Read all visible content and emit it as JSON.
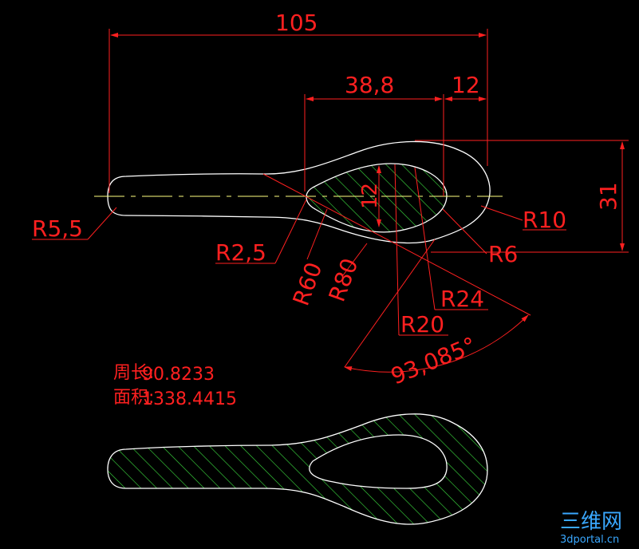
{
  "drawing": {
    "colors": {
      "background": "#000000",
      "outline": "#ffffff",
      "dimension": "#ff2020",
      "hatch": "#39d13c",
      "watermark": "#3aa8ff"
    },
    "dimensions": {
      "overall_length": "105",
      "bowl_length": "38,8",
      "tip_offset": "12",
      "bowl_width": "31",
      "inner_width": "12",
      "angle": "93,085°"
    },
    "radii": {
      "r_handle_end": "R5,5",
      "r_neck_fillet": "R2,5",
      "r_outer_arc": "R60",
      "r_outer_arc2": "R80",
      "r_bowl_inner": "R20",
      "r_bowl_outer": "R24",
      "r_tip": "R10",
      "r_inner_tip": "R6"
    },
    "properties": {
      "perimeter_label": "周长:",
      "perimeter_value": "90.8233",
      "area_label": "面积:",
      "area_value": "1338.4415"
    },
    "watermark": {
      "brand": "三维网",
      "domain": "3dportal.cn"
    }
  }
}
